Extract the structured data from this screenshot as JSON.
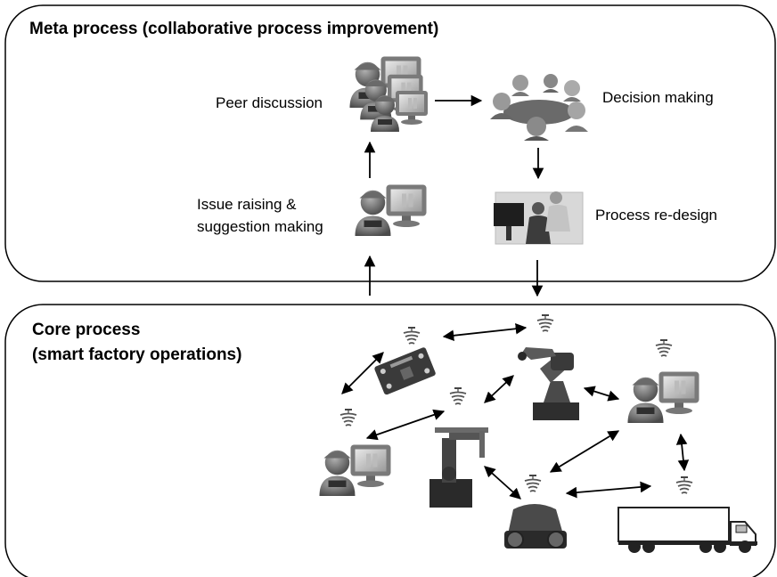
{
  "meta_panel": {
    "title": "Meta process (collaborative process improvement)",
    "steps": {
      "peer_discussion": "Peer discussion",
      "decision_making": "Decision making",
      "issue_raising_line1": "Issue raising &",
      "issue_raising_line2": "suggestion making",
      "process_redesign": "Process re-design"
    }
  },
  "core_panel": {
    "title_line1": "Core process",
    "title_line2": "(smart factory operations)",
    "nodes": [
      "sensor-board",
      "robot-arm",
      "industrial-robot",
      "operator-left",
      "operator-right",
      "mobile-robot",
      "truck"
    ]
  },
  "icons": [
    "worker-computer-icon",
    "meeting-group-icon",
    "office-redesign-icon",
    "wireless-signal-icon"
  ],
  "colors": {
    "border": "#000000",
    "icon_fill": "#8a8a8a",
    "icon_dark": "#3a3a3a",
    "background": "#ffffff"
  }
}
